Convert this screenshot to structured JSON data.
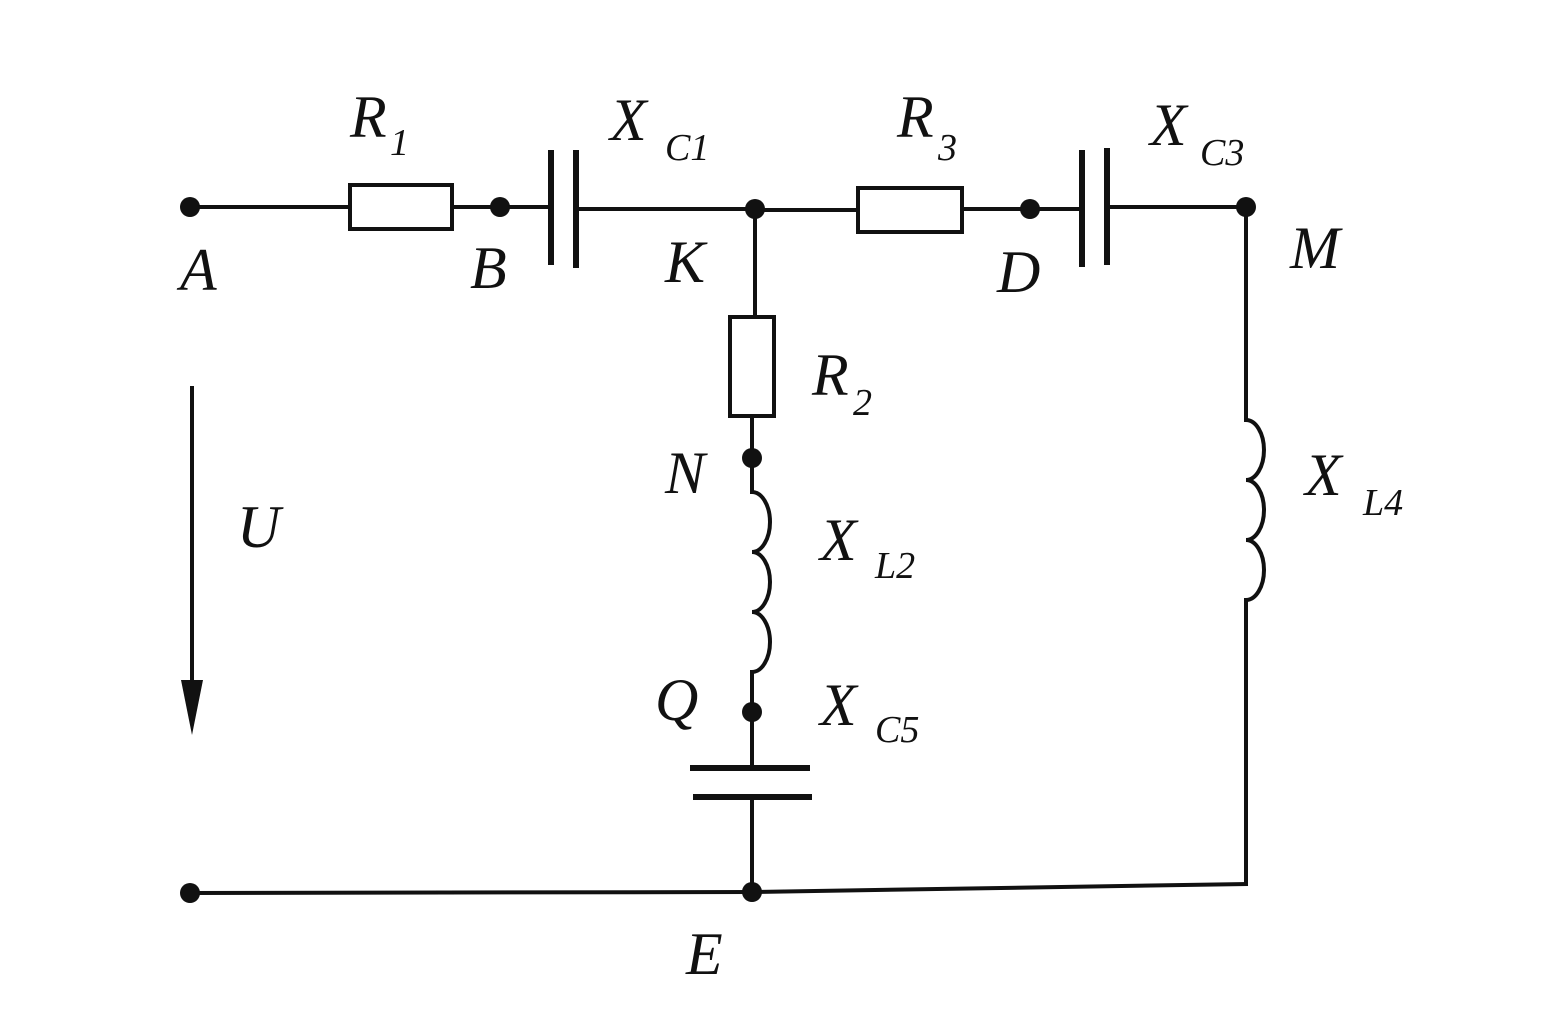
{
  "labels": {
    "node_a": "A",
    "node_b": "B",
    "node_k": "K",
    "node_d": "D",
    "node_m": "M",
    "node_n": "N",
    "node_q": "Q",
    "node_e": "E",
    "voltage": "U",
    "r1": "R",
    "r1_sub": "1",
    "xc1": "X",
    "xc1_sub": "C1",
    "r3": "R",
    "r3_sub": "3",
    "xc3": "X",
    "xc3_sub": "C3",
    "r2": "R",
    "r2_sub": "2",
    "xl2": "X",
    "xl2_sub": "L2",
    "xc5": "X",
    "xc5_sub": "C5",
    "xl4": "X",
    "xl4_sub": "L4"
  },
  "colors": {
    "ink": "#111111",
    "background": "#ffffff"
  }
}
